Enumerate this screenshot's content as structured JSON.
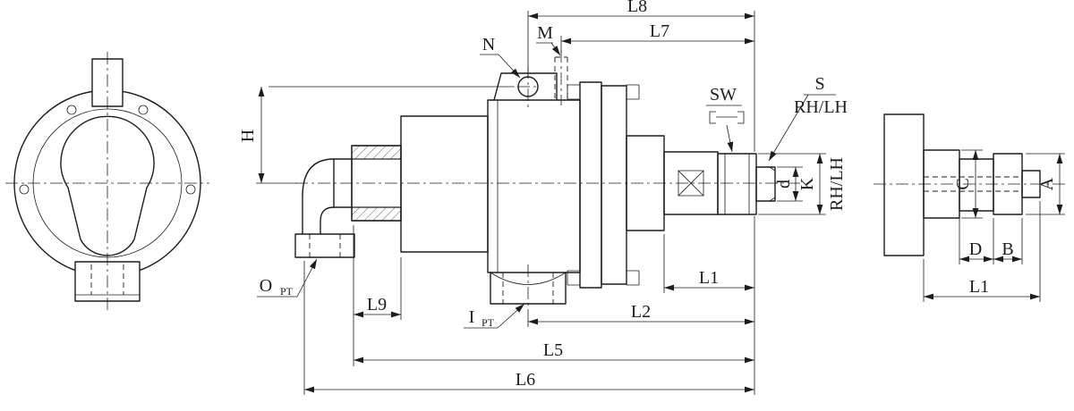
{
  "labels": {
    "l8": "L8",
    "l7": "L7",
    "l5": "L5",
    "l6": "L6",
    "l2": "L2",
    "l1": "L1",
    "l9": "L9",
    "l1_end": "L1",
    "h": "H",
    "d": "d",
    "k": "K",
    "s": "S",
    "sw": "SW",
    "n": "N",
    "m": "M",
    "o": "O",
    "i": "I",
    "pt": "PT",
    "a": "A",
    "b": "B",
    "c": "C",
    "dd": "D",
    "rhlh": "RH/LH"
  },
  "colors": {
    "line": "#1c1c1c",
    "background": "#ffffff"
  }
}
